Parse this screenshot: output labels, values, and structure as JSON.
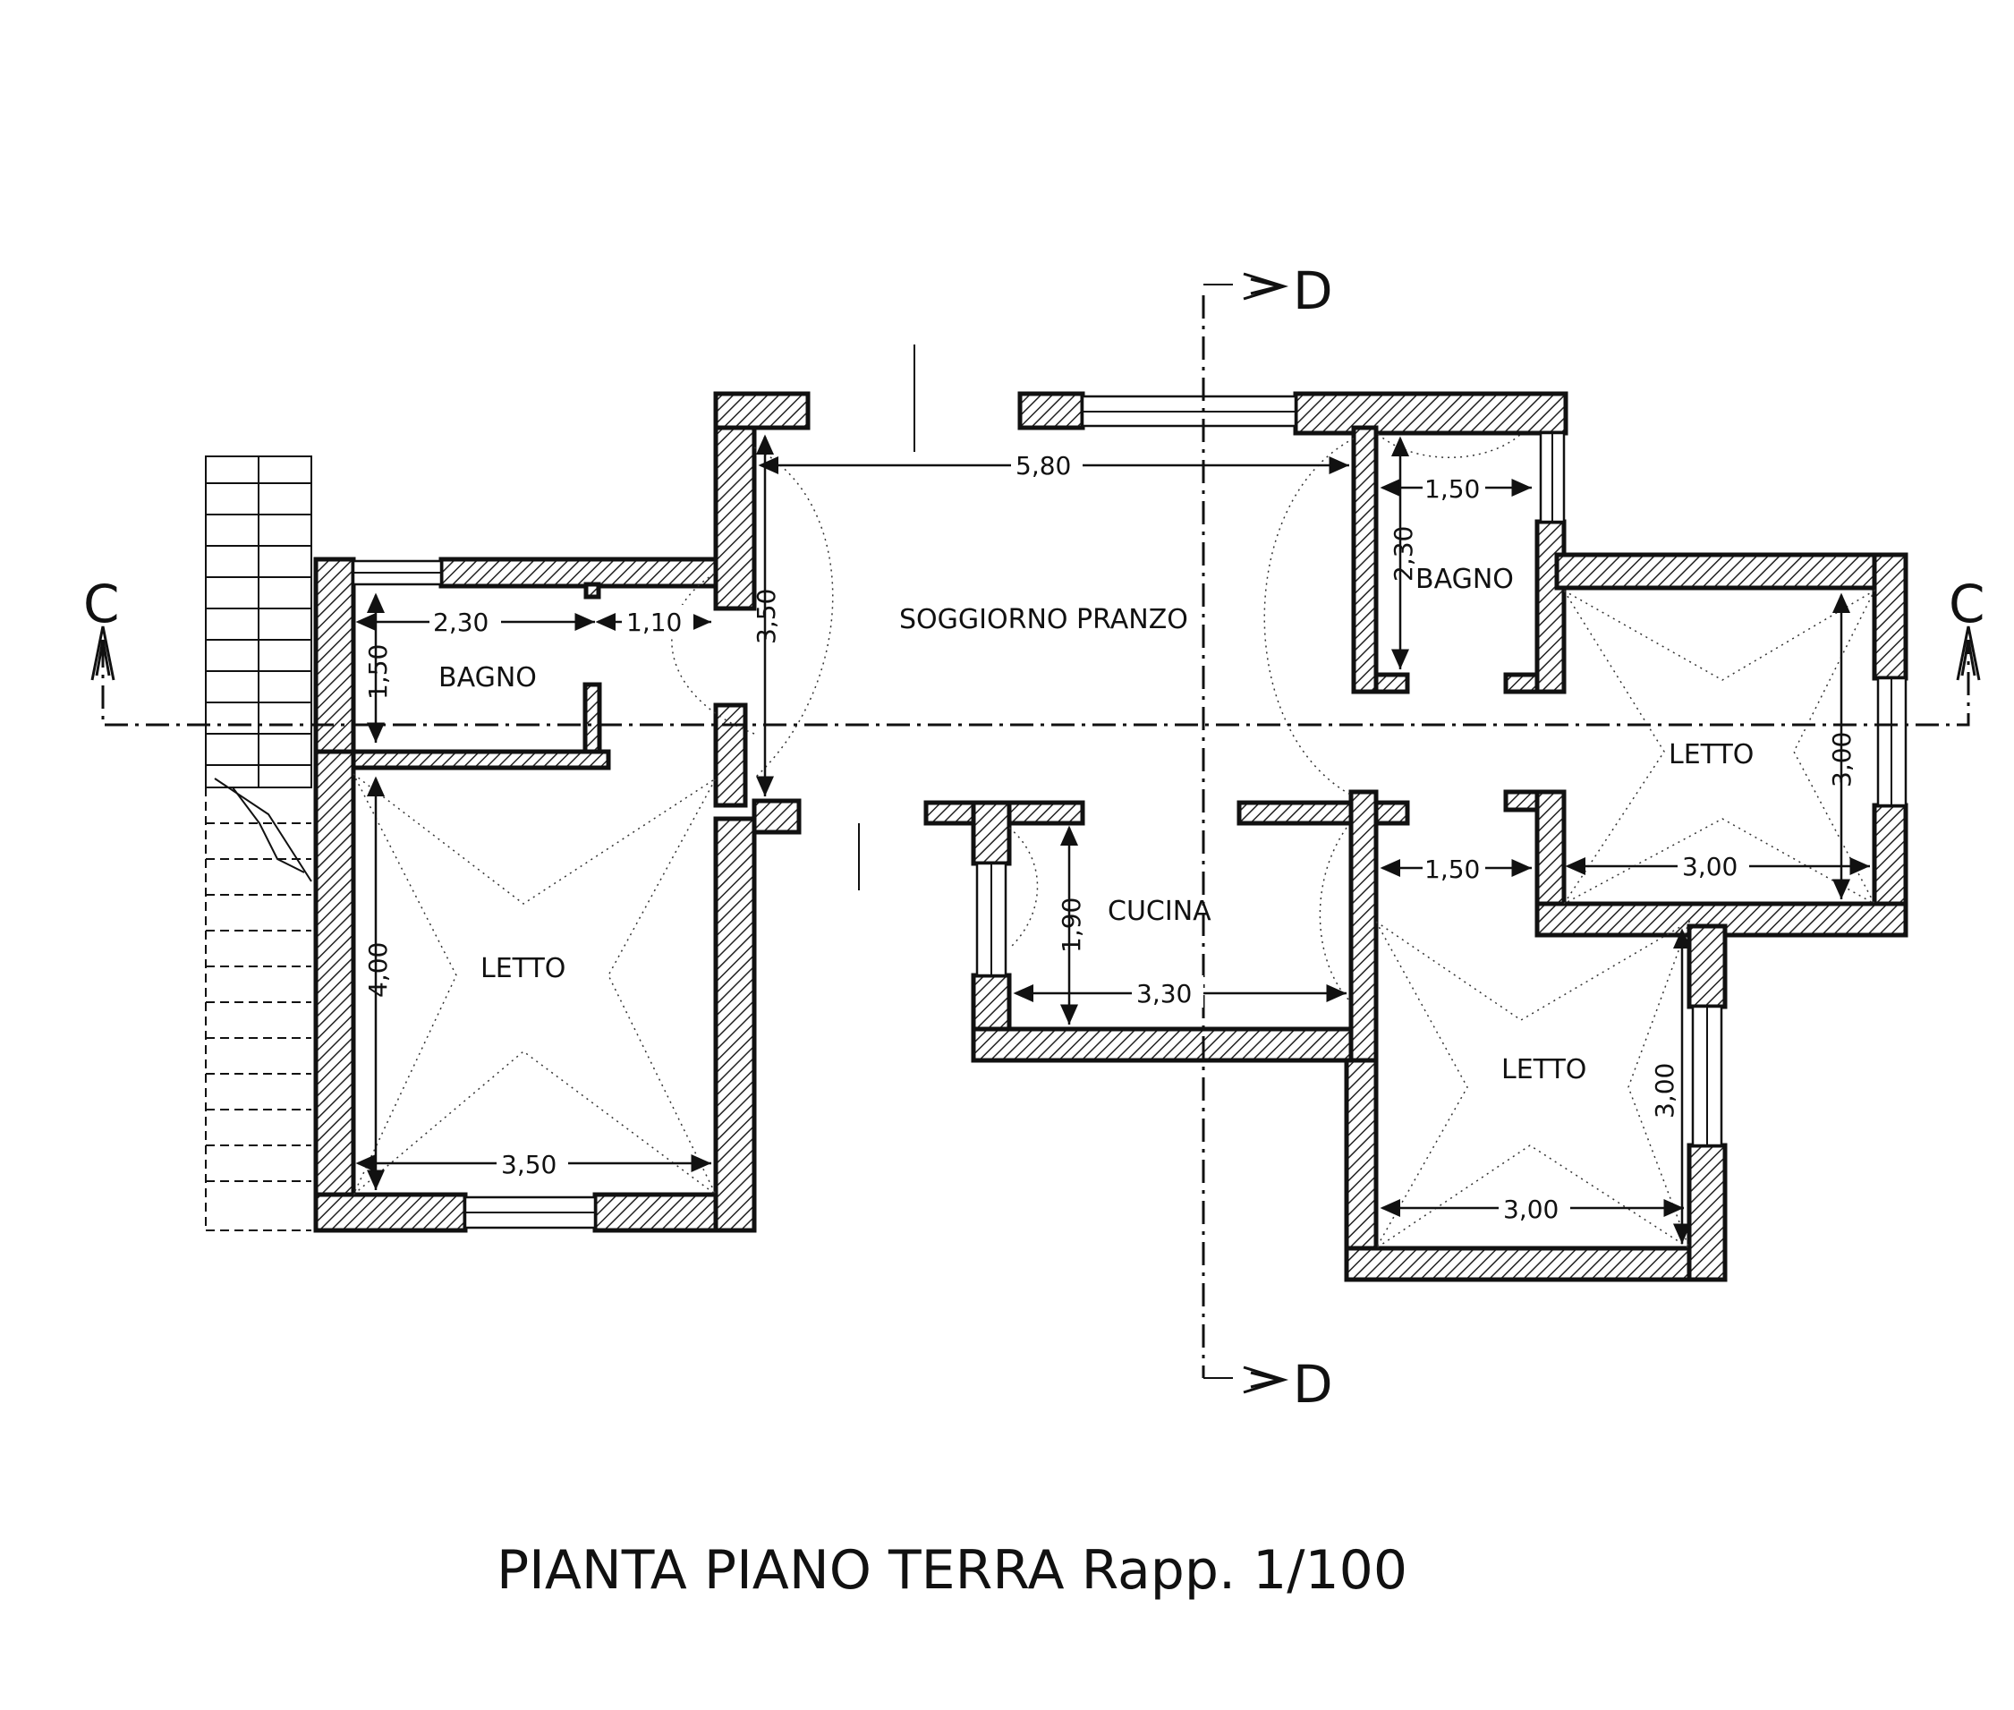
{
  "rooms": {
    "soggiorno": "SOGGIORNO PRANZO",
    "bagno_left": "BAGNO",
    "bagno_right": "BAGNO",
    "letto_left": "LETTO",
    "letto_right_top": "LETTO",
    "letto_right_bottom": "LETTO",
    "cucina": "CUCINA"
  },
  "dimensions": {
    "soggiorno_width": "5,80",
    "soggiorno_depth": "3,50",
    "bagno_left_width": "2,30",
    "passage_width": "1,10",
    "bagno_left_depth": "1,50",
    "letto_left_depth": "4,00",
    "letto_left_width": "3,50",
    "bagno_right_width": "1,50",
    "bagno_right_depth": "2,30",
    "corridor_width": "1,50",
    "letto_right_top_width": "3,00",
    "letto_right_top_depth": "3,00",
    "cucina_depth": "1,90",
    "cucina_width": "3,30",
    "letto_right_bottom_depth": "3,00",
    "letto_right_bottom_width": "3,00"
  },
  "sections": {
    "cross_left": "C",
    "cross_right": "C",
    "long_top": "D",
    "long_bottom": "D"
  },
  "title": "PIANTA PIANO TERRA Rapp. 1/100"
}
